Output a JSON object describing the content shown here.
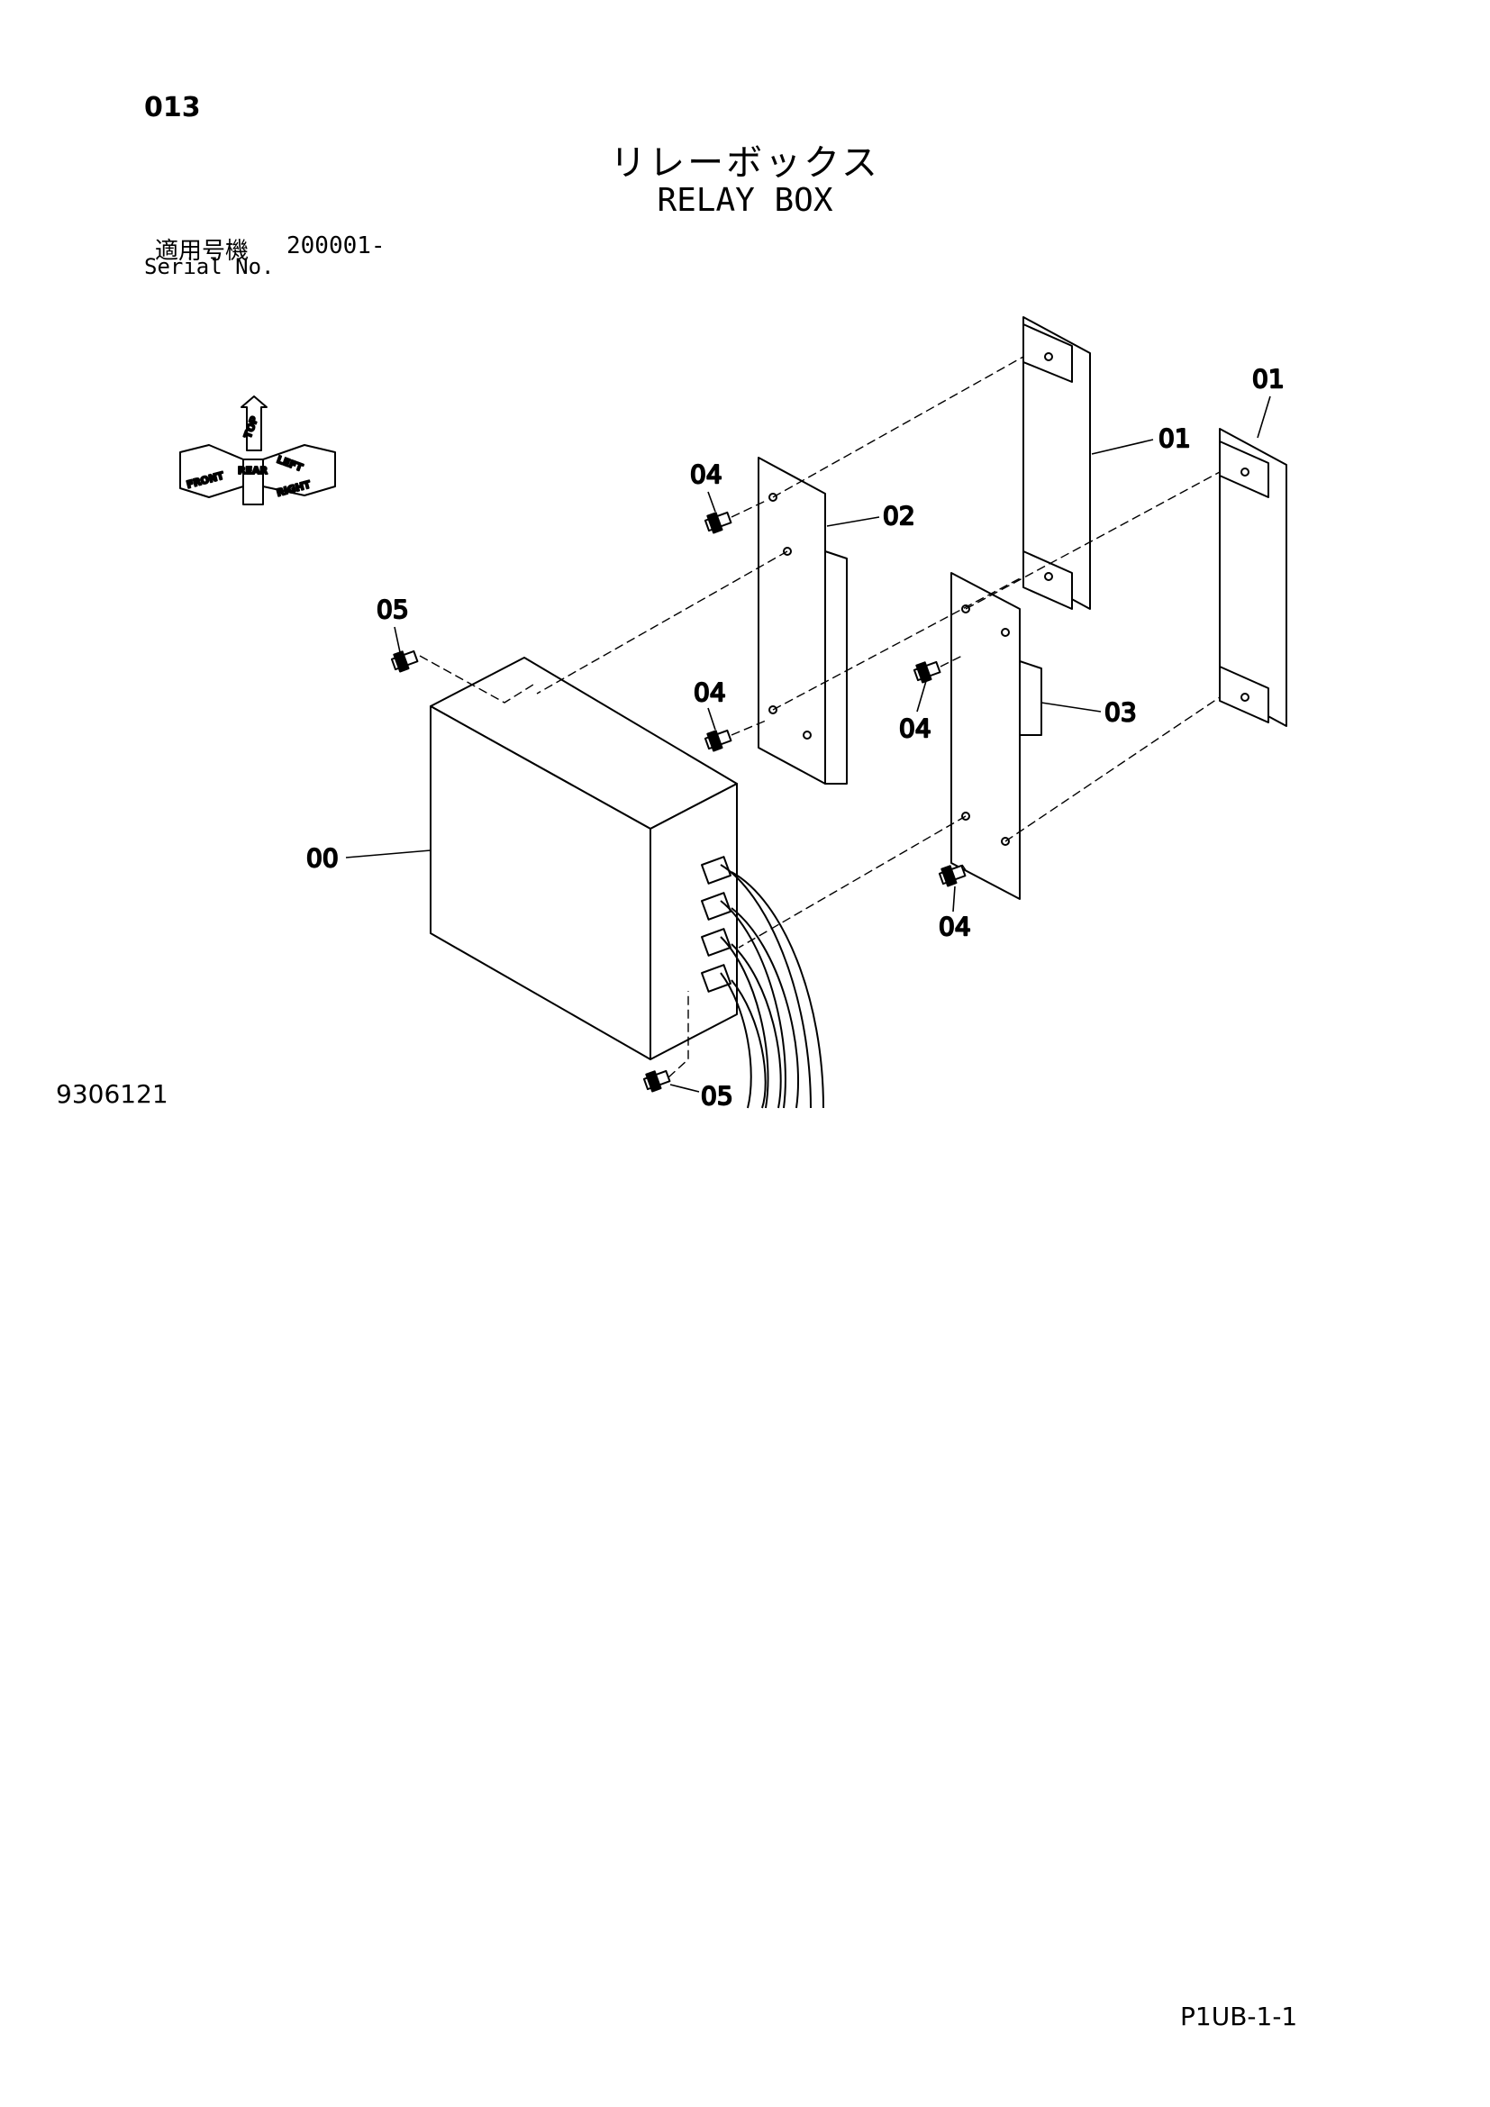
{
  "header": {
    "page_number": "013",
    "title_jp": "リレーボックス",
    "title_en": "RELAY BOX",
    "serial_label_jp": "適用号機",
    "serial_value": "200001-",
    "serial_label_en": "Serial No."
  },
  "orientation_icon": {
    "labels": {
      "top": "TOP",
      "front": "FRONT",
      "right": "RIGHT",
      "rear": "REAR",
      "left": "LEFT"
    }
  },
  "callouts": {
    "c_01_a": "01",
    "c_01_b": "01",
    "c_02": "02",
    "c_03": "03",
    "c_00": "00",
    "c_04_a": "04",
    "c_04_b": "04",
    "c_04_c": "04",
    "c_04_d": "04",
    "c_05_a": "05",
    "c_05_b": "05"
  },
  "footer": {
    "drawing_number": "9306121",
    "sheet_code": "P1UB-1-1"
  }
}
